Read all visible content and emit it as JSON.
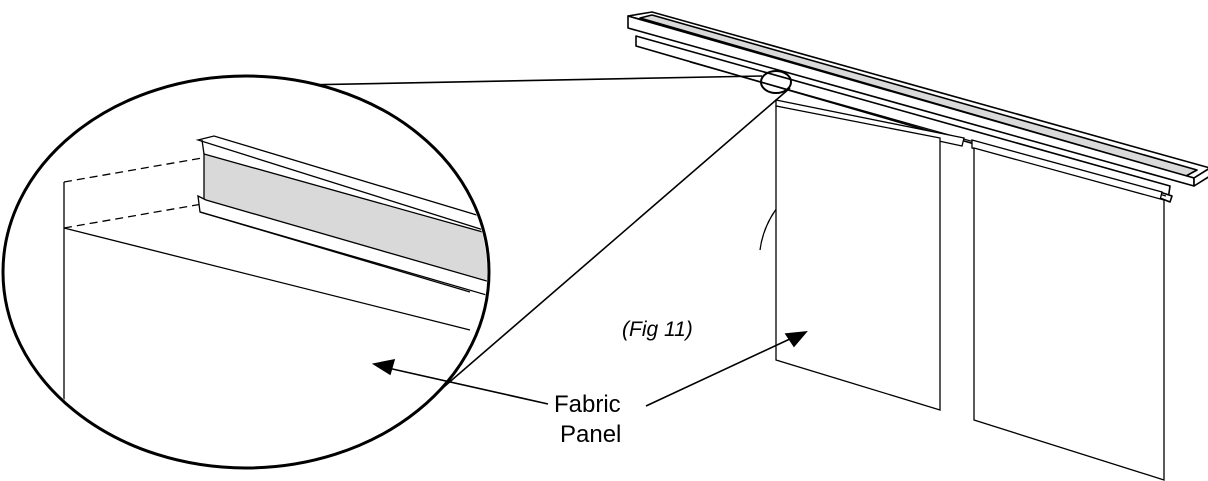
{
  "figure": {
    "caption": "(Fig 11)",
    "label_line1": "Fabric",
    "label_line2": "Panel"
  },
  "colors": {
    "line": "#000000",
    "insert_fill": "#d9d9d9",
    "background": "#ffffff"
  }
}
